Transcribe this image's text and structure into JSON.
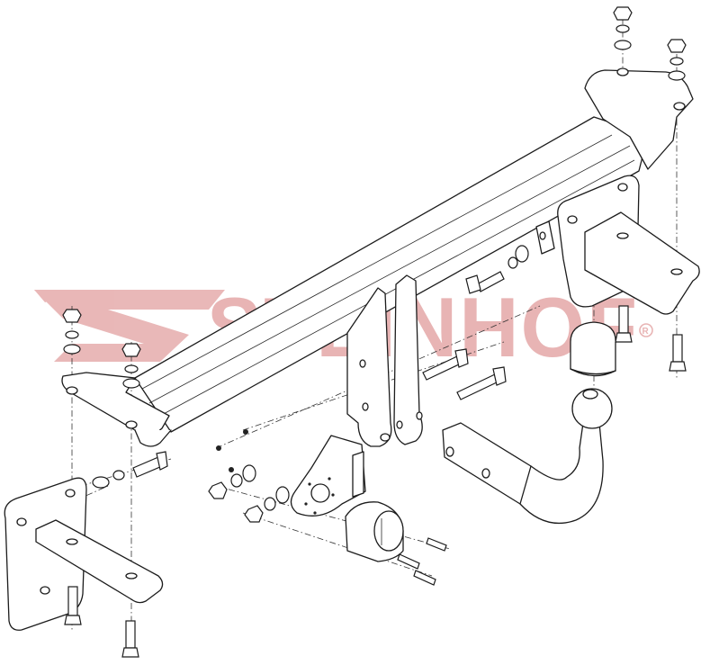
{
  "diagram": {
    "type": "exploded-assembly-view",
    "subject": "detachable tow bar (towbar hitch) assembly",
    "watermark": {
      "text": "STEINHOF",
      "registered_mark": "®",
      "color": "#e8b4b4"
    },
    "line_color": "#1c1c1c",
    "background": "#ffffff",
    "parts": [
      {
        "id": "crossbeam",
        "label": "main cross beam"
      },
      {
        "id": "left-beam-plate",
        "label": "left end mounting plate"
      },
      {
        "id": "right-beam-plate",
        "label": "right end mounting plate"
      },
      {
        "id": "left-side-bracket",
        "label": "left side bracket"
      },
      {
        "id": "right-side-bracket",
        "label": "right side bracket"
      },
      {
        "id": "center-hangers",
        "label": "center hanger plates"
      },
      {
        "id": "socket-receiver",
        "label": "receiver tube"
      },
      {
        "id": "tow-ball-neck",
        "label": "gooseneck tow ball"
      },
      {
        "id": "ball-cap",
        "label": "tow ball cover cap"
      },
      {
        "id": "socket-plate",
        "label": "electrical socket bracket"
      },
      {
        "id": "socket-13pin",
        "label": "electrical socket"
      },
      {
        "id": "fasteners",
        "label": "bolts, nuts and washers"
      }
    ]
  }
}
